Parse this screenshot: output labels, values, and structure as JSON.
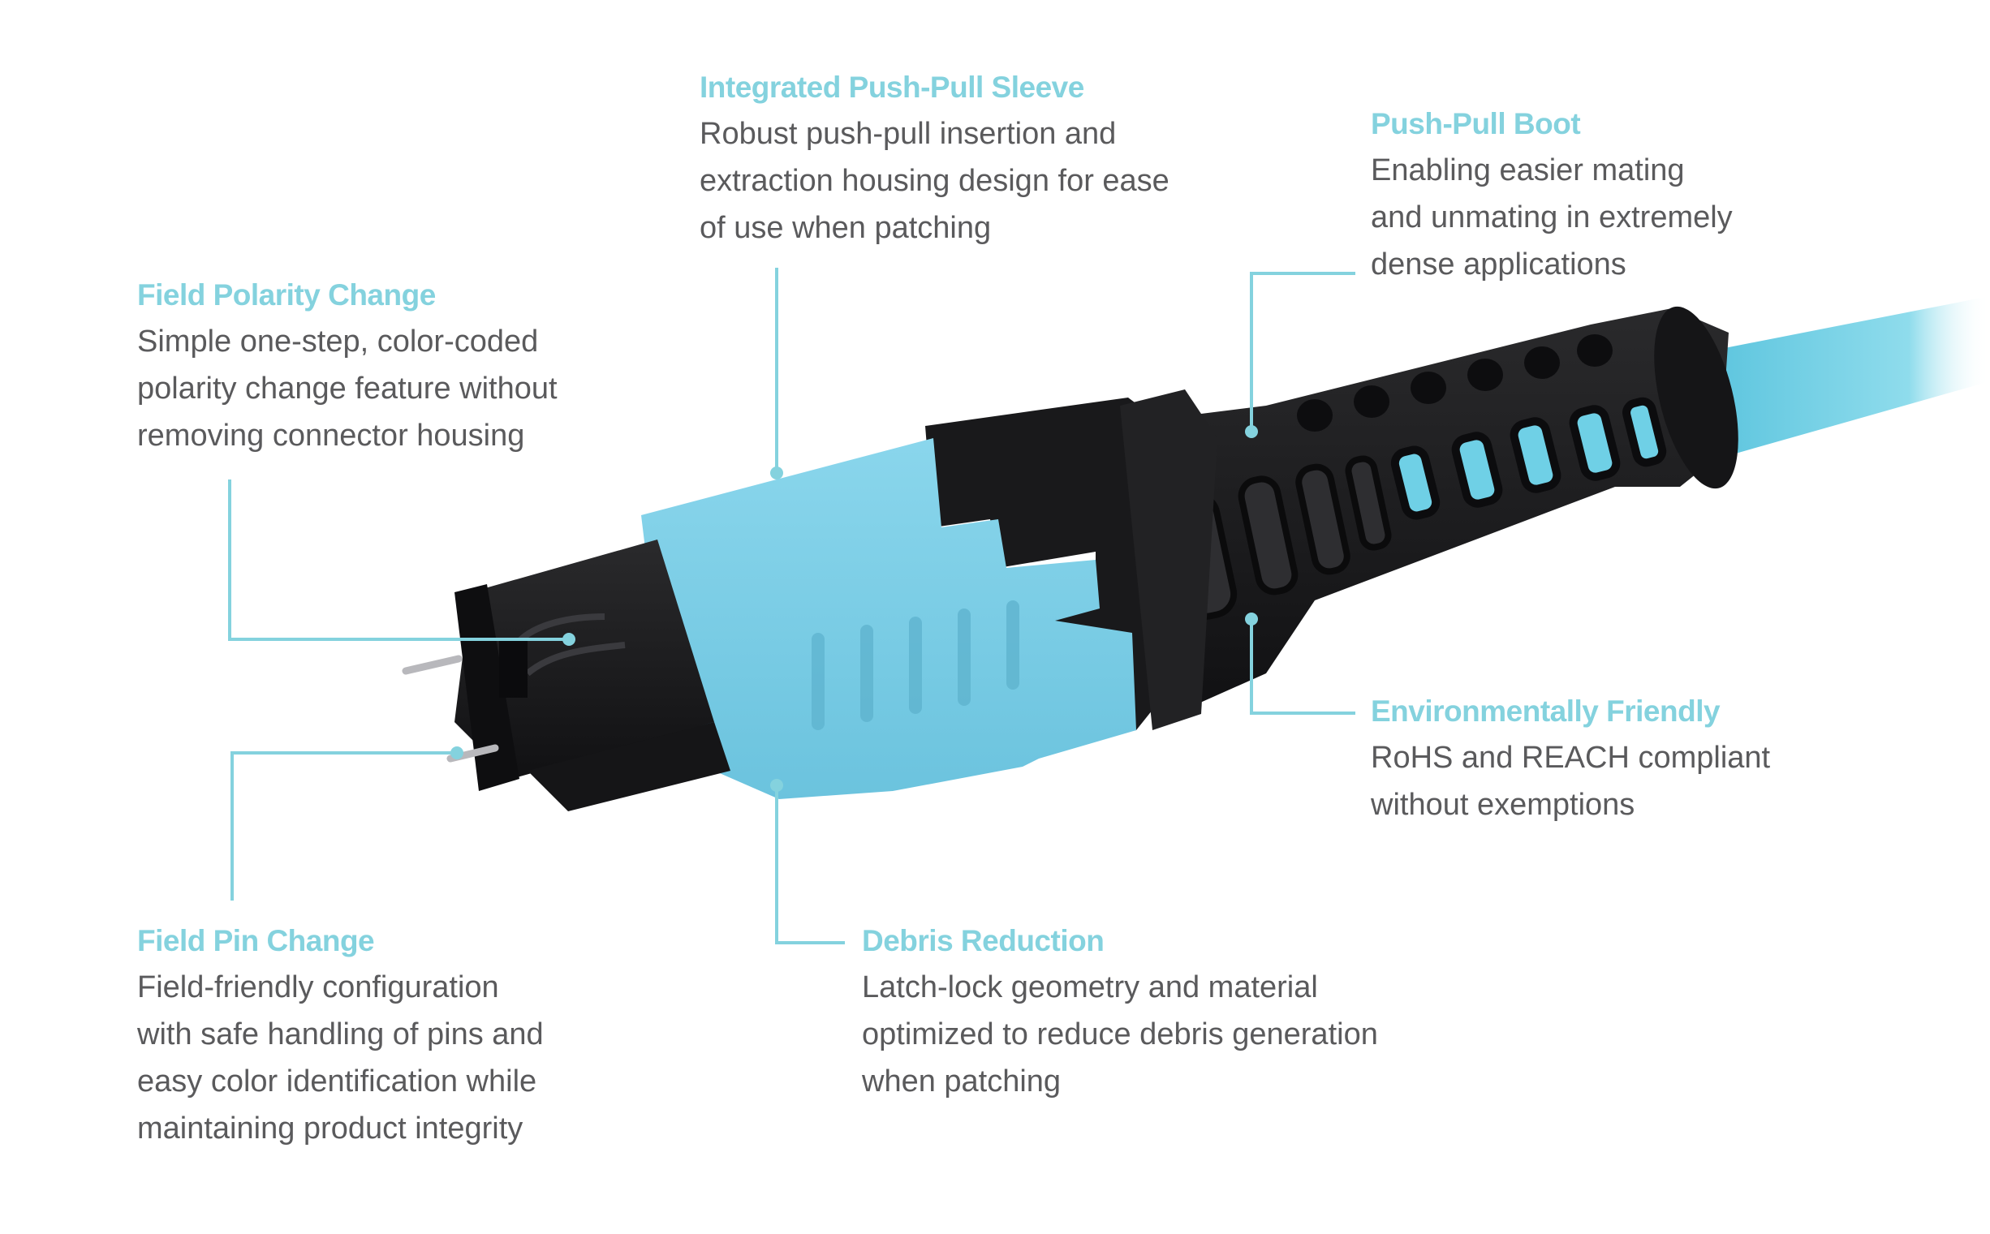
{
  "accent_color": "#84d2de",
  "text_color": "#5a5a5c",
  "callouts": {
    "sleeve": {
      "title": "Integrated Push-Pull Sleeve",
      "lines": [
        "Robust push-pull insertion and",
        "extraction housing design for ease",
        "of use when patching"
      ]
    },
    "boot": {
      "title": "Push-Pull Boot",
      "lines": [
        "Enabling easier mating",
        "and unmating in extremely",
        "dense applications"
      ]
    },
    "polarity": {
      "title": "Field Polarity Change",
      "lines": [
        "Simple one-step, color-coded",
        "polarity change feature without",
        "removing connector housing"
      ]
    },
    "environment": {
      "title": "Environmentally Friendly",
      "lines": [
        "RoHS and REACH compliant",
        "without exemptions"
      ]
    },
    "pin": {
      "title": "Field Pin Change",
      "lines": [
        "Field-friendly configuration",
        "with safe handling of pins and",
        "easy color identification while",
        "maintaining product integrity"
      ]
    },
    "debris": {
      "title": "Debris Reduction",
      "lines": [
        "Latch-lock geometry and material",
        "optimized to reduce debris generation",
        "when patching"
      ]
    }
  },
  "product": {
    "name": "fiber-optic-mpo-connector",
    "housing_color": "#1c1c1e",
    "sleeve_color": "#7ccfe6",
    "cable_color": "#6fd0e6"
  }
}
